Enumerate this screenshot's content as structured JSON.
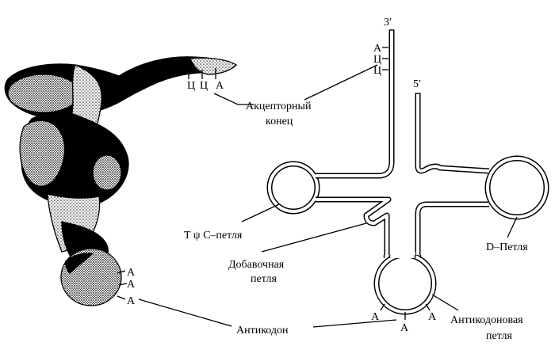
{
  "labels": {
    "acceptor_line1": "Акцепторный",
    "acceptor_line2": "конец",
    "end3": "3′",
    "end5": "5′",
    "tpsi_loop": "T ψ C–петля",
    "extra_line1": "Добавочная",
    "extra_line2": "петля",
    "d_loop": "D–Петля",
    "anticodon": "Антикодон",
    "anticodon_loop_line1": "Антикодоновая",
    "anticodon_loop_line2": "петля"
  },
  "nucleotides": {
    "acceptor_stem": [
      "Ц",
      "Ц",
      "А"
    ],
    "acceptor_ribbon": [
      "Ц",
      "Ц",
      "А"
    ],
    "anticodon_ribbon": [
      "А",
      "А",
      "А"
    ],
    "anticodon_loop": [
      "А",
      "А",
      "А"
    ]
  },
  "colors": {
    "ink": "#000000",
    "paper": "#ffffff",
    "stipple": "#9a9a9a"
  }
}
